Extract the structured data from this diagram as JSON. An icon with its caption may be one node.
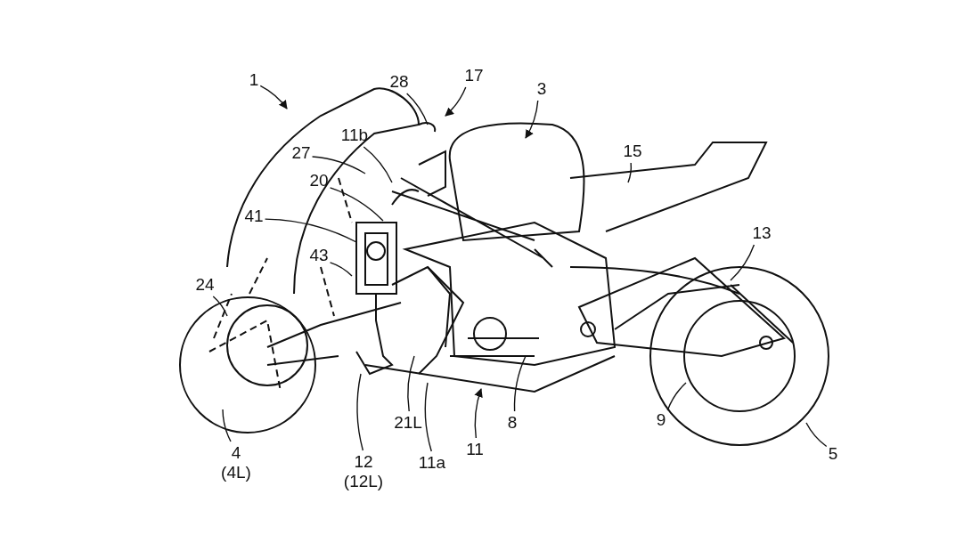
{
  "diagram": {
    "nodes": [
      {
        "text": [
          "1"
        ]
      },
      {
        "text": [
          "28"
        ]
      },
      {
        "text": [
          "17"
        ]
      },
      {
        "text": [
          "3"
        ]
      },
      {
        "text": [
          "11b"
        ]
      },
      {
        "text": [
          "27"
        ]
      },
      {
        "text": [
          "15"
        ]
      },
      {
        "text": [
          "20"
        ]
      },
      {
        "text": [
          "41"
        ]
      },
      {
        "text": [
          "13"
        ]
      },
      {
        "text": [
          "43"
        ]
      },
      {
        "text": [
          "24"
        ]
      },
      {
        "text": [
          "21L"
        ]
      },
      {
        "text": [
          "12 (12L)"
        ]
      },
      {
        "text": [
          "11a"
        ]
      },
      {
        "text": [
          "11"
        ]
      },
      {
        "text": [
          "8"
        ]
      },
      {
        "text": [
          "9"
        ]
      },
      {
        "text": [
          "5"
        ]
      },
      {
        "text": [
          "4 (4L)"
        ]
      }
    ],
    "edges": [
      {
        "from": 0,
        "to": null,
        "arrow": "to"
      },
      {
        "from": 1,
        "to": null,
        "arrow": "none"
      },
      {
        "from": 2,
        "to": null,
        "arrow": "to"
      },
      {
        "from": 3,
        "to": null,
        "arrow": "to"
      },
      {
        "from": 4,
        "to": null,
        "arrow": "none"
      },
      {
        "from": 5,
        "to": null,
        "arrow": "none"
      },
      {
        "from": 6,
        "to": null,
        "arrow": "none"
      },
      {
        "from": 7,
        "to": null,
        "arrow": "none"
      },
      {
        "from": 8,
        "to": null,
        "arrow": "none"
      },
      {
        "from": 9,
        "to": null,
        "arrow": "none"
      },
      {
        "from": 10,
        "to": null,
        "arrow": "none"
      },
      {
        "from": 11,
        "to": null,
        "arrow": "none"
      },
      {
        "from": 12,
        "to": null,
        "arrow": "none"
      },
      {
        "from": 13,
        "to": null,
        "arrow": "none"
      },
      {
        "from": 14,
        "to": null,
        "arrow": "none"
      },
      {
        "from": 15,
        "to": null,
        "arrow": "to"
      },
      {
        "from": 16,
        "to": null,
        "arrow": "none"
      },
      {
        "from": 17,
        "to": null,
        "arrow": "none"
      },
      {
        "from": 18,
        "to": null,
        "arrow": "none"
      },
      {
        "from": 19,
        "to": null,
        "arrow": "none"
      }
    ]
  }
}
